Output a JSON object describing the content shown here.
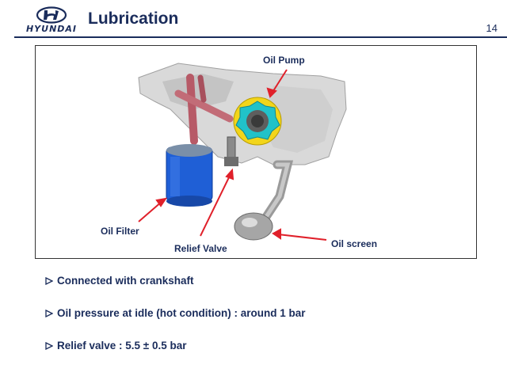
{
  "header": {
    "brand": "HYUNDAI",
    "title": "Lubrication",
    "page_number": "14"
  },
  "figure": {
    "labels": {
      "oil_pump": "Oil Pump",
      "oil_filter": "Oil Filter",
      "relief_valve": "Relief Valve",
      "oil_screen": "Oil screen"
    }
  },
  "bullets": [
    "Connected with crankshaft",
    "Oil pressure at idle (hot condition) : around 1 bar",
    "Relief valve : 5.5 ± 0.5 bar"
  ],
  "colors": {
    "brand_navy": "#1a2c5b",
    "arrow_red": "#e0202a",
    "filter_blue": "#1f5fd6",
    "pump_yellow": "#f2d51b",
    "pump_cyan": "#21c2c9"
  }
}
